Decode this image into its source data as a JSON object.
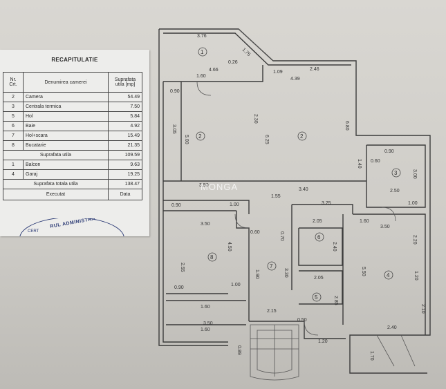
{
  "recap": {
    "title": "RECAPITULATIE",
    "headers": {
      "nr": "Nr. Crt.",
      "room": "Denumirea camerei",
      "area": "Suprafata utila [mp]"
    },
    "rooms": [
      {
        "nr": "2",
        "name": "Camera",
        "area": "54.49"
      },
      {
        "nr": "3",
        "name": "Centrala termica",
        "area": "7.50"
      },
      {
        "nr": "5",
        "name": "Hol",
        "area": "5.84"
      },
      {
        "nr": "6",
        "name": "Baie",
        "area": "4.92"
      },
      {
        "nr": "7",
        "name": "Hol+scara",
        "area": "15.49"
      },
      {
        "nr": "8",
        "name": "Bucatarie",
        "area": "21.35"
      }
    ],
    "useful_label": "Suprafata utila",
    "useful_value": "109.59",
    "extra_rooms": [
      {
        "nr": "1",
        "name": "Balcon",
        "area": "9.63"
      },
      {
        "nr": "4",
        "name": "Garaj",
        "area": "19.25"
      }
    ],
    "total_label": "Suprafata totala utila",
    "total_value": "138.47",
    "executed_label": "Executat",
    "date_label": "Data",
    "stamp_text": "RUL ADMINISTRA",
    "stamp_text2": "CERT"
  },
  "plan": {
    "room_numbers": [
      "1",
      "2",
      "2",
      "3",
      "4",
      "5",
      "6",
      "7",
      "8"
    ],
    "dimensions": [
      "3.76",
      "1.75",
      "0.26",
      "4.66",
      "2.46",
      "1.09",
      "4.39",
      "1.60",
      "0.90",
      "3.05",
      "5.00",
      "2.30",
      "6.25",
      "6.80",
      "1.40",
      "3.00",
      "0.90",
      "0.60",
      "2.50",
      "1.00",
      "3.50",
      "3.40",
      "3.25",
      "1.55",
      "1.00",
      "0.90",
      "3.50",
      "0.60",
      "0.70",
      "2.05",
      "2.40",
      "1.60",
      "3.50",
      "2.20",
      "1.20",
      "5.50",
      "4.50",
      "2.55",
      "0.90",
      "1.00",
      "1.90",
      "3.30",
      "2.05",
      "2.85",
      "1.60",
      "3.50",
      "2.15",
      "0.50",
      "2.40",
      "1.20",
      "1.70",
      "0.89",
      "1.60",
      "2.10"
    ]
  },
  "watermark": "MONGA"
}
